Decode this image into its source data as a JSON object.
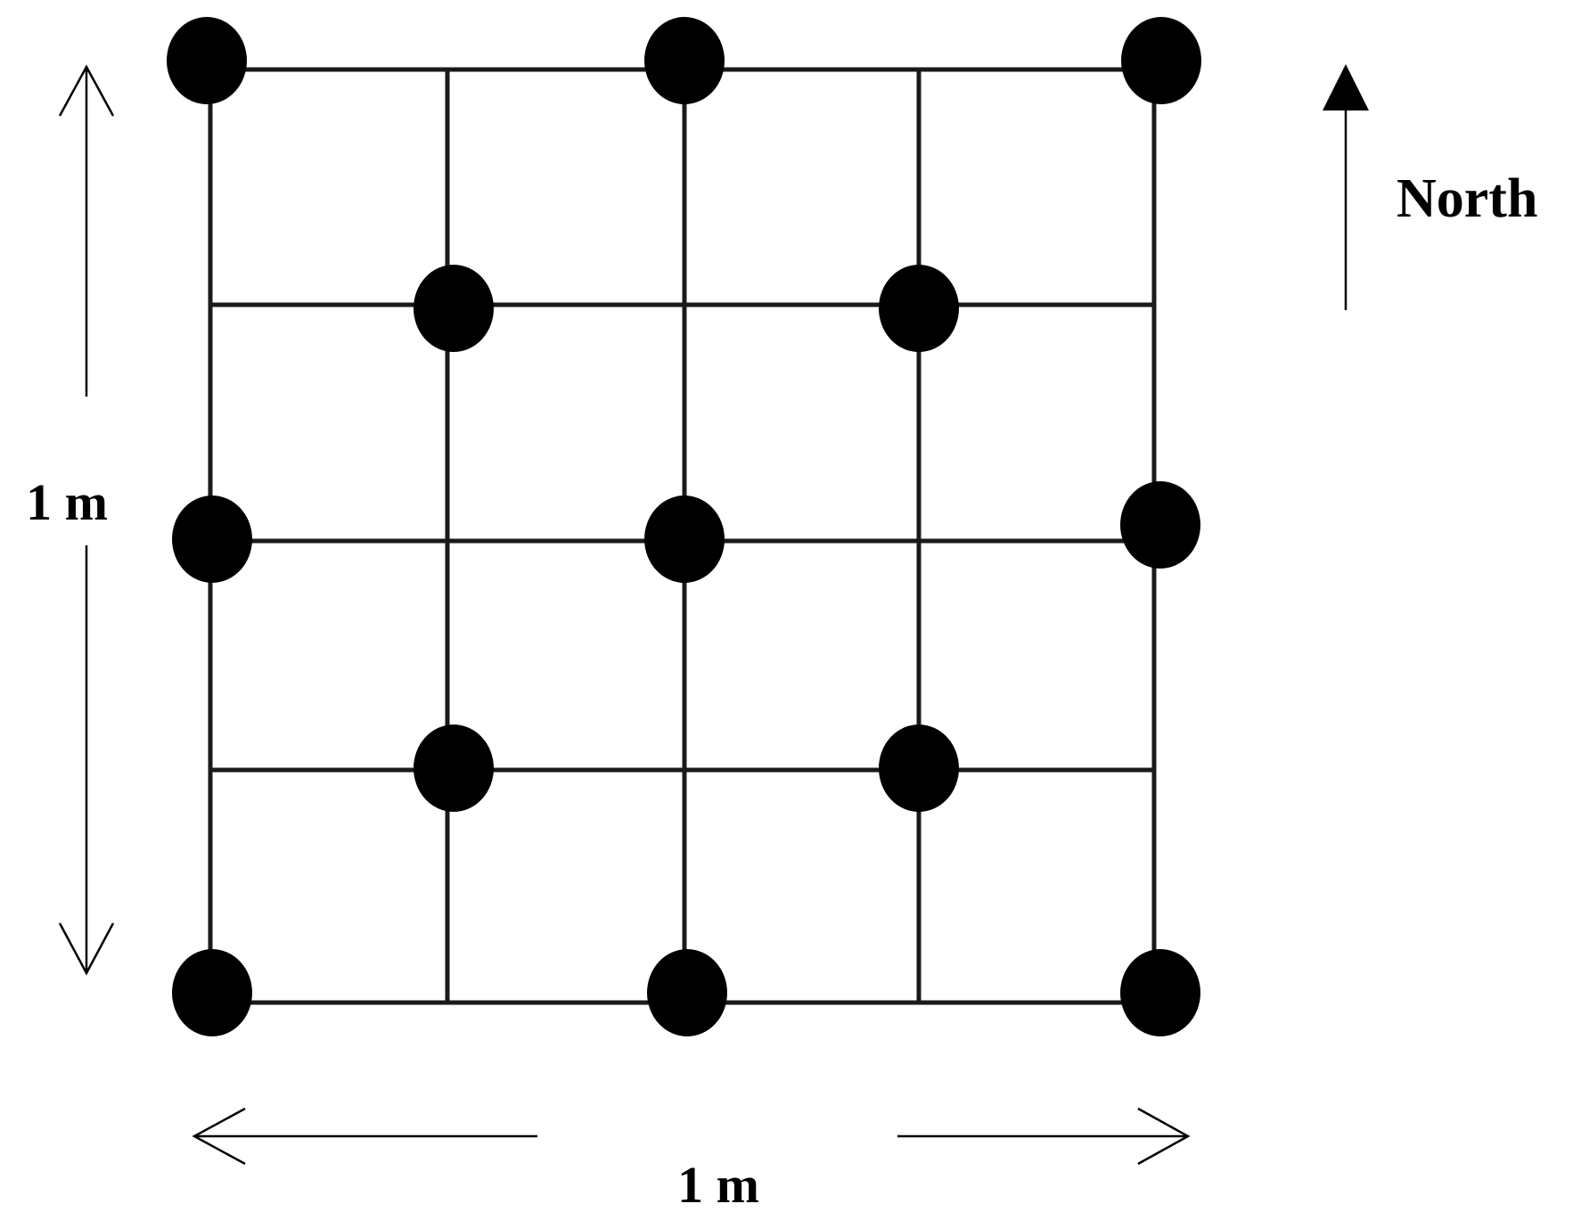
{
  "labels": {
    "north": "North",
    "height_dimension": "1 m",
    "width_dimension": "1 m"
  },
  "grid": {
    "columns": 5,
    "rows": 5,
    "sampling_points": 13
  },
  "colors": {
    "line": "#1a1a1a",
    "point": "#000000",
    "background": "#ffffff"
  }
}
